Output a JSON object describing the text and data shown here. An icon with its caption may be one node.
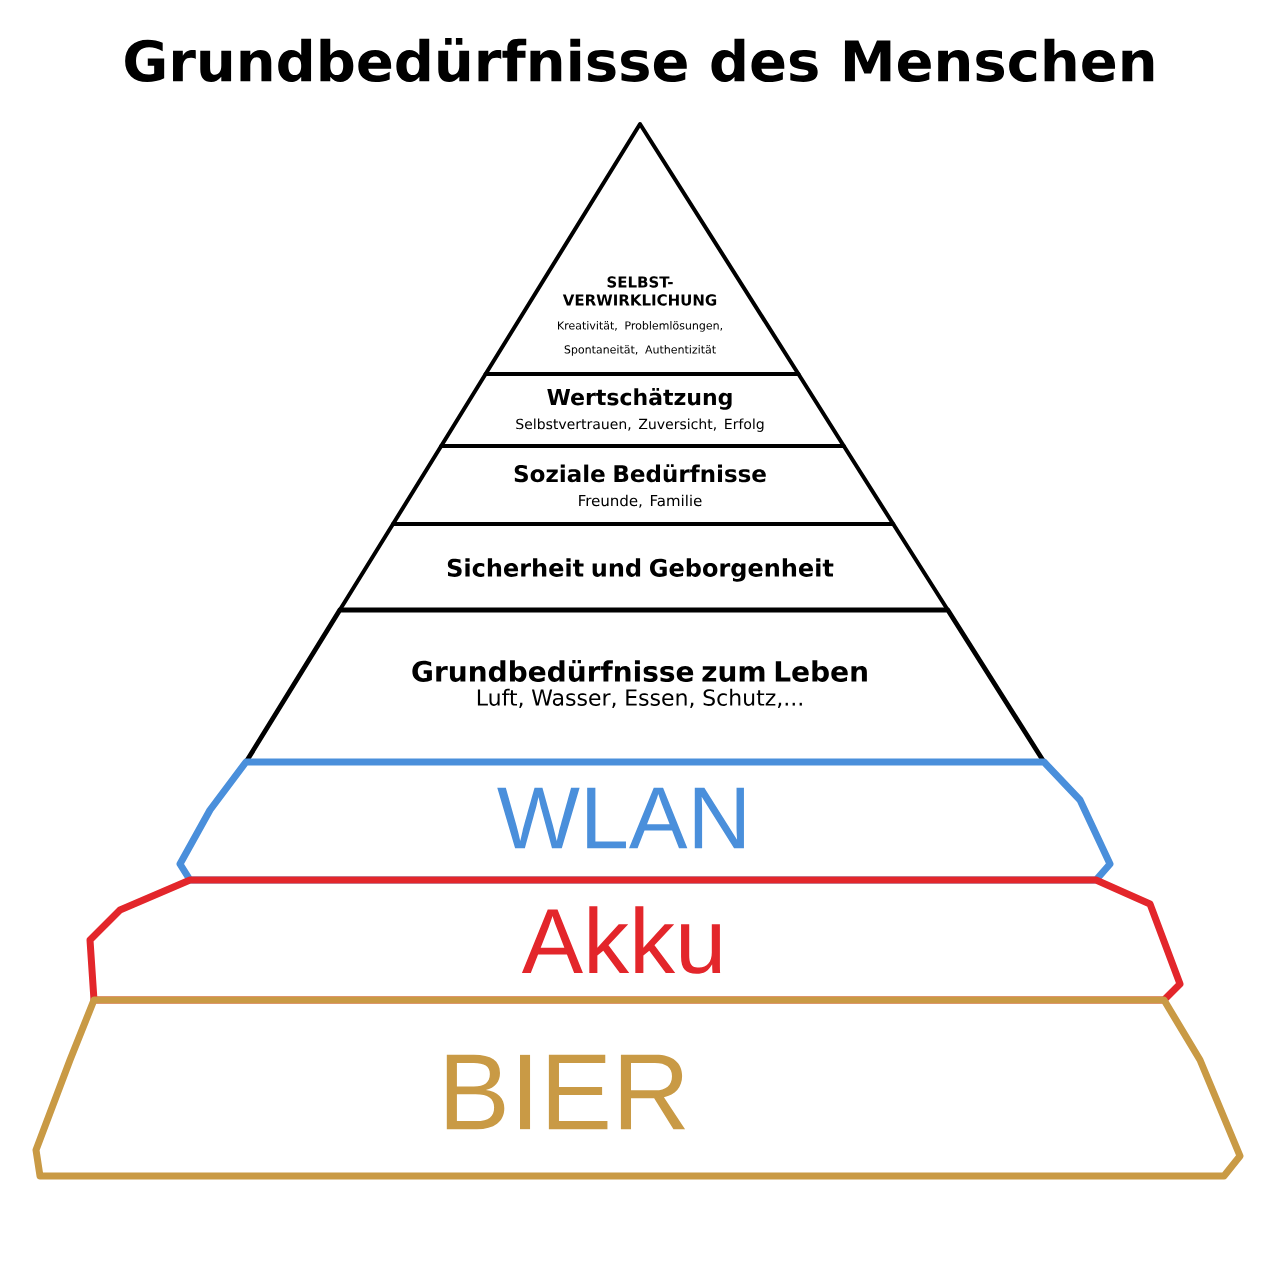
{
  "diagram": {
    "title": "Grundbedürfnisse des Menschen",
    "nodes": [
      {
        "text": [
          "SELBST- VERWIRKLICHUNG",
          "Kreativität, Problemlösungen, Spontaneität, Authentizität"
        ]
      },
      {
        "text": [
          "Wertschätzung",
          "Selbstvertrauen, Zuversicht, Erfolg"
        ]
      },
      {
        "text": [
          "Soziale Bedürfnisse",
          "Freunde, Familie"
        ]
      },
      {
        "text": [
          "Sicherheit und Geborgenheit"
        ]
      },
      {
        "text": [
          "Grundbedürfnisse zum Leben",
          "Luft, Wasser, Essen, Schutz,..."
        ]
      },
      {
        "text": [
          "WLAN"
        ]
      },
      {
        "text": [
          "Akku"
        ]
      },
      {
        "text": [
          "BIER"
        ]
      }
    ]
  }
}
